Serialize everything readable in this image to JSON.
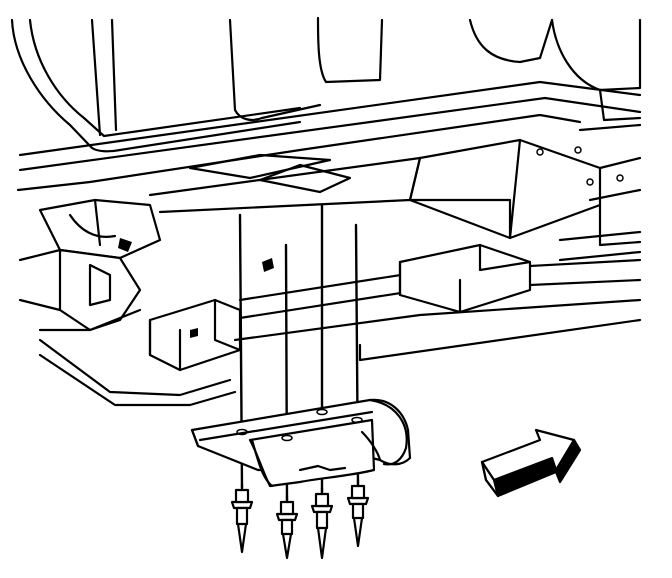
{
  "figure": {
    "kind": "technical-illustration",
    "subject_elements": [
      "vehicle-underbody",
      "mounting-bracket",
      "rivet",
      "direction-arrow"
    ],
    "rivet_count": 4,
    "colors": {
      "ink": "#000000",
      "paper": "#ffffff"
    },
    "icons": [
      "forward-arrow-icon",
      "rivet-icon"
    ]
  }
}
